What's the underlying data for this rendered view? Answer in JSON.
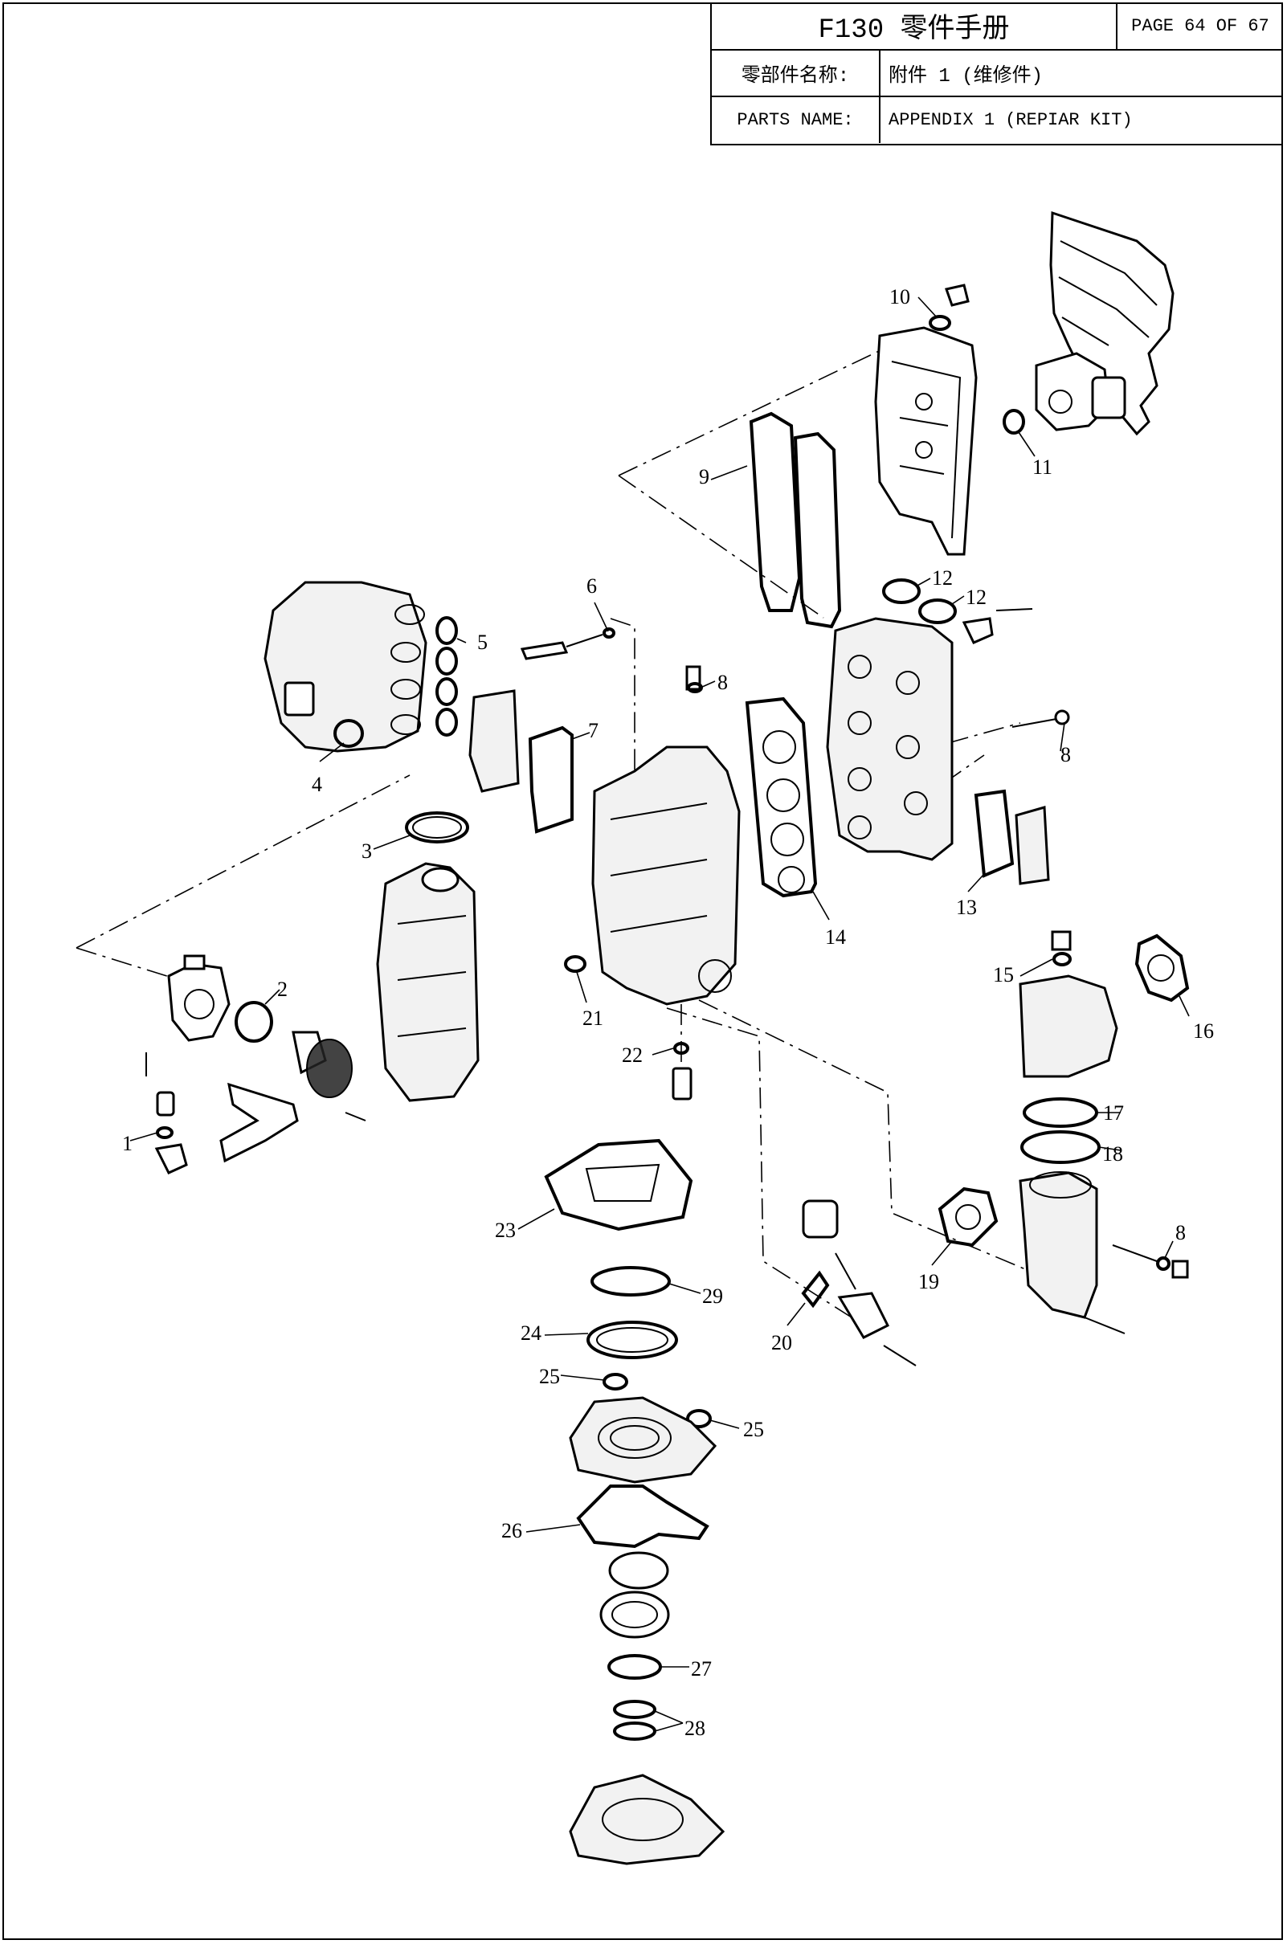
{
  "title_block": {
    "title": "F130 零件手册",
    "page": "PAGE 64 OF 67",
    "parts_name_label_cn": "零部件名称:",
    "parts_name_value_cn": "附件 1 (维修件)",
    "parts_name_label_en": "PARTS NAME:",
    "parts_name_value_en": "APPENDIX 1 (REPIAR KIT)"
  },
  "callouts": [
    {
      "id": "c1",
      "text": "1"
    },
    {
      "id": "c2",
      "text": "2"
    },
    {
      "id": "c3",
      "text": "3"
    },
    {
      "id": "c4",
      "text": "4"
    },
    {
      "id": "c5",
      "text": "5"
    },
    {
      "id": "c6",
      "text": "6"
    },
    {
      "id": "c7",
      "text": "7"
    },
    {
      "id": "c8a",
      "text": "8"
    },
    {
      "id": "c8b",
      "text": "8"
    },
    {
      "id": "c8c",
      "text": "8"
    },
    {
      "id": "c9",
      "text": "9"
    },
    {
      "id": "c10",
      "text": "10"
    },
    {
      "id": "c11",
      "text": "11"
    },
    {
      "id": "c12a",
      "text": "12"
    },
    {
      "id": "c12b",
      "text": "12"
    },
    {
      "id": "c13",
      "text": "13"
    },
    {
      "id": "c14",
      "text": "14"
    },
    {
      "id": "c15",
      "text": "15"
    },
    {
      "id": "c16",
      "text": "16"
    },
    {
      "id": "c17",
      "text": "17"
    },
    {
      "id": "c18",
      "text": "18"
    },
    {
      "id": "c19",
      "text": "19"
    },
    {
      "id": "c20",
      "text": "20"
    },
    {
      "id": "c21",
      "text": "21"
    },
    {
      "id": "c22",
      "text": "22"
    },
    {
      "id": "c23",
      "text": "23"
    },
    {
      "id": "c24",
      "text": "24"
    },
    {
      "id": "c25a",
      "text": "25"
    },
    {
      "id": "c25b",
      "text": "25"
    },
    {
      "id": "c26",
      "text": "26"
    },
    {
      "id": "c27",
      "text": "27"
    },
    {
      "id": "c28",
      "text": "28"
    },
    {
      "id": "c29",
      "text": "29"
    }
  ]
}
